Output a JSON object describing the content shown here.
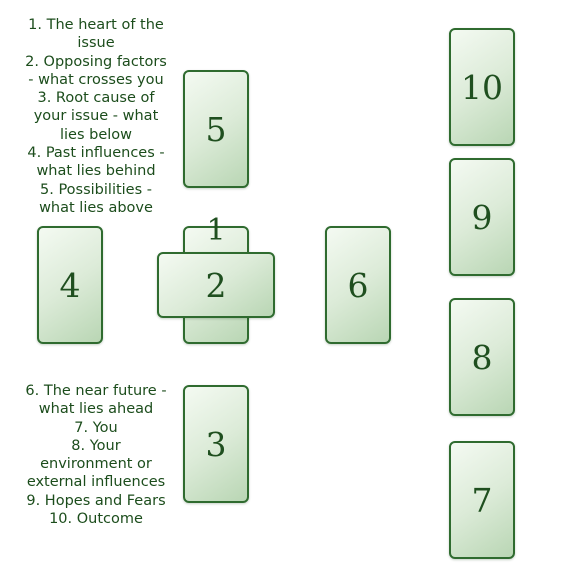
{
  "legend_top": [
    "1. The heart of the",
    "issue",
    "2. Opposing factors",
    "- what crosses you",
    "3. Root cause of",
    "your issue - what",
    "lies below",
    "4. Past influences -",
    "what lies behind",
    "5. Possibilities -",
    "what lies above"
  ],
  "legend_bottom": [
    "6. The near future -",
    "what lies ahead",
    "7. You",
    "8. Your",
    "environment or",
    "external influences",
    "9. Hopes and Fears",
    "10. Outcome"
  ],
  "cards": {
    "c1": "1",
    "c2": "2",
    "c3": "3",
    "c4": "4",
    "c5": "5",
    "c6": "6",
    "c7": "7",
    "c8": "8",
    "c9": "9",
    "c10": "10"
  },
  "colors": {
    "border": "#2f6b2f",
    "text": "#1c4d1c",
    "card_light": "#f4faf2",
    "card_dark": "#b9d6b4"
  }
}
